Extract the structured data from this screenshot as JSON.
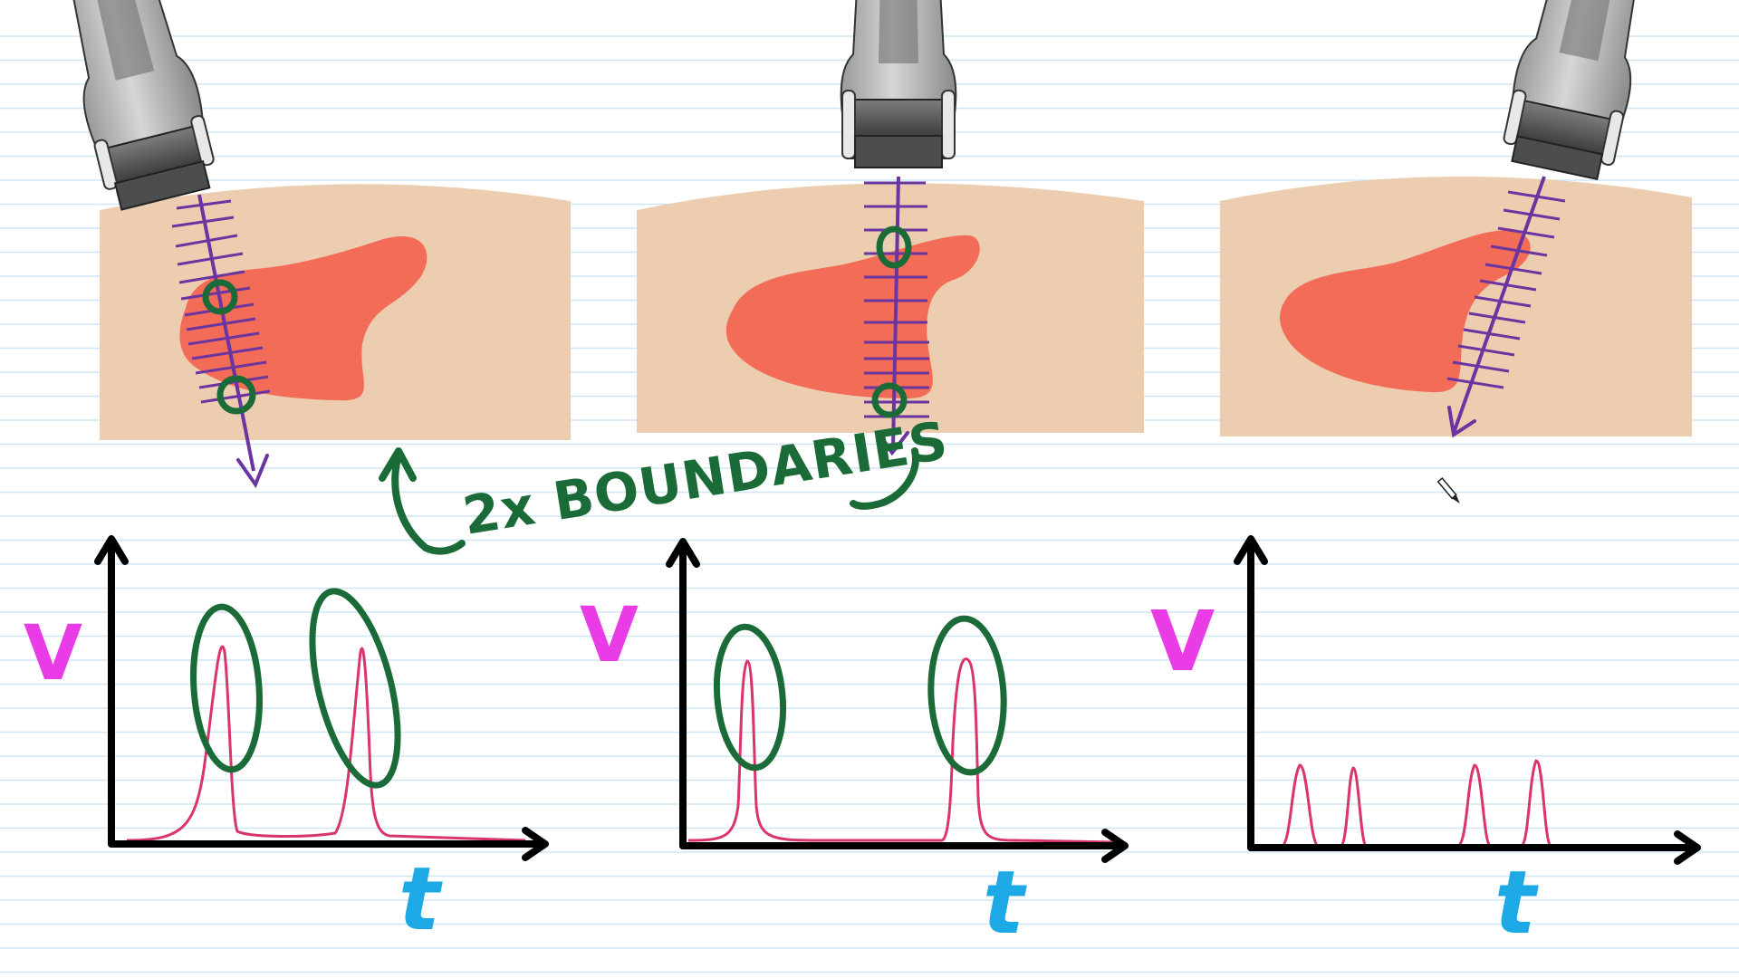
{
  "annotation": {
    "text": "2x BOUNDARIES",
    "color": "#1a6b37"
  },
  "graphs": [
    {
      "y_label": "V",
      "x_label": "t",
      "peaks": 2,
      "circled_peaks": true
    },
    {
      "y_label": "V",
      "x_label": "t",
      "peaks": 2,
      "circled_peaks": true
    },
    {
      "y_label": "V",
      "x_label": "t",
      "peaks": 4,
      "circled_peaks": false
    }
  ],
  "colors": {
    "skin": "#eccdb0",
    "organ": "#f36c57",
    "beam": "#6a35a0",
    "marker": "#1a6b37",
    "signal": "#d9356b",
    "v_label": "#e93be6",
    "t_label": "#1da8e6",
    "axis": "#000000",
    "ruled_line": "#cfe6f4",
    "probe_dark": "#5a5c5e",
    "probe_light": "#b9b9b9"
  },
  "icons": {
    "probe": "ultrasound-probe-icon",
    "pen_cursor": "pen-cursor-icon"
  }
}
